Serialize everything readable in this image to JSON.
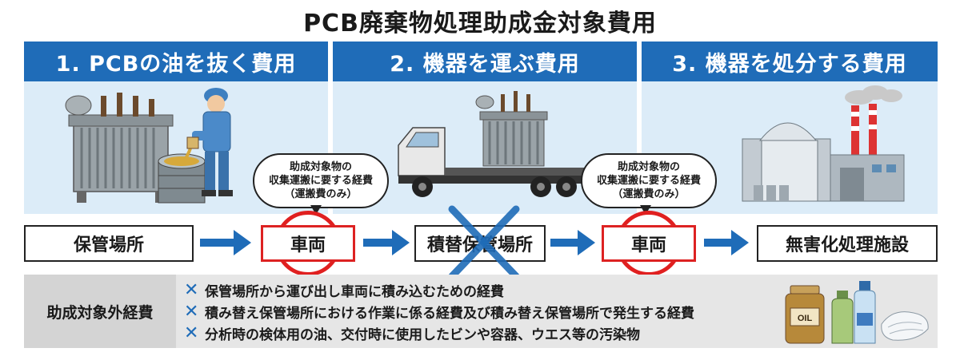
{
  "title": "PCB廃棄物処理助成金対象費用",
  "colors": {
    "accent": "#1f6cb8",
    "panel_bg": "#dcecf8",
    "red": "#e02020"
  },
  "panels": [
    {
      "heading": "1. PCBの油を抜く費用"
    },
    {
      "heading": "2. 機器を運ぶ費用"
    },
    {
      "heading": "3. 機器を処分する費用"
    }
  ],
  "bubbles": [
    {
      "lines": [
        "助成対象物の",
        "収集運搬に要する経費",
        "（運搬費のみ）"
      ]
    },
    {
      "lines": [
        "助成対象物の",
        "収集運搬に要する経費",
        "（運搬費のみ）"
      ]
    }
  ],
  "flow": [
    {
      "label": "保管場所",
      "mark": "none"
    },
    {
      "label": "車両",
      "mark": "circle"
    },
    {
      "label": "積替保管場所",
      "mark": "cross"
    },
    {
      "label": "車両",
      "mark": "circle"
    },
    {
      "label": "無害化処理施設",
      "mark": "none"
    }
  ],
  "excluded": {
    "label": "助成対象外経費",
    "items": [
      "保管場所から運び出し車両に積み込むための経費",
      "積み替え保管場所における作業に係る経費及び積み替え保管場所で発生する経費",
      "分析時の検体用の油、交付時に使用したビンや容器、ウエス等の汚染物"
    ],
    "oil_label": "OIL"
  },
  "icons": [
    "transformer-icon",
    "worker-icon",
    "drum-icon",
    "truck-icon",
    "factory-icon",
    "oil-bottle-icon",
    "cloth-icon"
  ]
}
